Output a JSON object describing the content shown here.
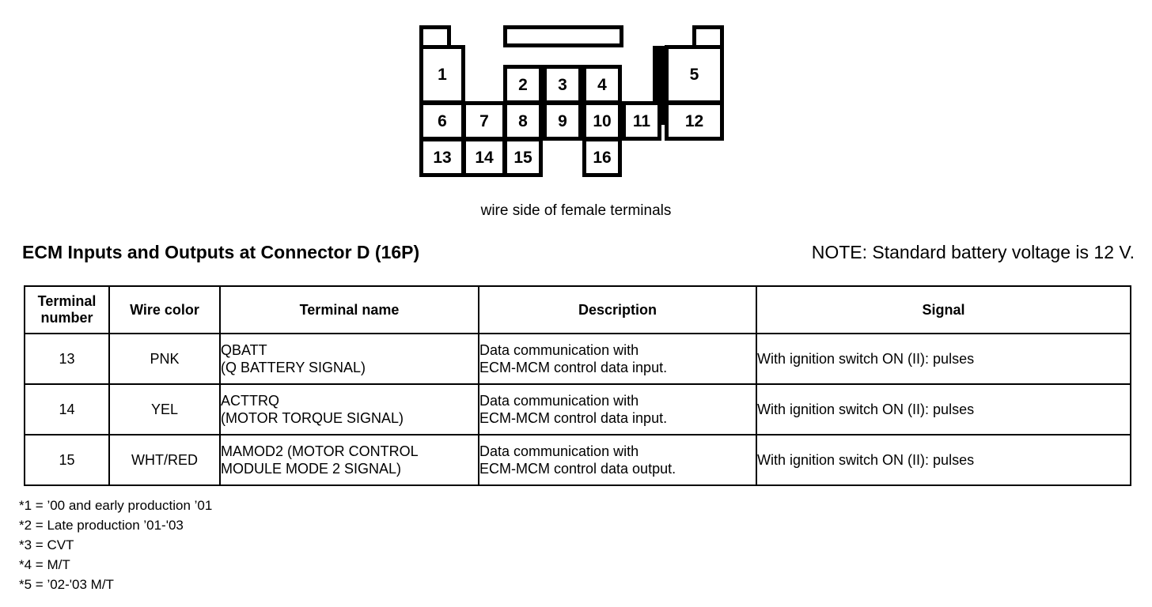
{
  "connector": {
    "caption": "wire side of female terminals",
    "terminals": [
      {
        "id": "1",
        "label": "1"
      },
      {
        "id": "2",
        "label": "2"
      },
      {
        "id": "3",
        "label": "3"
      },
      {
        "id": "4",
        "label": "4"
      },
      {
        "id": "5",
        "label": "5"
      },
      {
        "id": "6",
        "label": "6"
      },
      {
        "id": "7",
        "label": "7"
      },
      {
        "id": "8",
        "label": "8"
      },
      {
        "id": "9",
        "label": "9"
      },
      {
        "id": "10",
        "label": "10"
      },
      {
        "id": "11",
        "label": "11"
      },
      {
        "id": "12",
        "label": "12"
      },
      {
        "id": "13",
        "label": "13"
      },
      {
        "id": "14",
        "label": "14"
      },
      {
        "id": "15",
        "label": "15"
      },
      {
        "id": "16",
        "label": "16"
      }
    ]
  },
  "heading": {
    "title": "ECM Inputs and Outputs at Connector D (16P)",
    "note": "NOTE: Standard battery voltage is 12 V."
  },
  "table": {
    "columns": [
      {
        "key": "terminal_number",
        "label_line1": "Terminal",
        "label_line2": "number"
      },
      {
        "key": "wire_color",
        "label": "Wire color"
      },
      {
        "key": "terminal_name",
        "label": "Terminal name"
      },
      {
        "key": "description",
        "label": "Description"
      },
      {
        "key": "signal",
        "label": "Signal"
      }
    ],
    "rows": [
      {
        "terminal_number": "13",
        "wire_color": "PNK",
        "terminal_name_line1": "QBATT",
        "terminal_name_line2": "(Q BATTERY SIGNAL)",
        "description_line1": "Data communication with",
        "description_line2": "ECM-MCM control data input.",
        "signal": "With ignition switch ON (II): pulses"
      },
      {
        "terminal_number": "14",
        "wire_color": "YEL",
        "terminal_name_line1": "ACTTRQ",
        "terminal_name_line2": "(MOTOR TORQUE SIGNAL)",
        "description_line1": "Data communication with",
        "description_line2": "ECM-MCM control data input.",
        "signal": "With ignition switch ON (II): pulses"
      },
      {
        "terminal_number": "15",
        "wire_color": "WHT/RED",
        "terminal_name_line1": "MAMOD2 (MOTOR CONTROL",
        "terminal_name_line2": "MODULE MODE 2 SIGNAL)",
        "description_line1": "Data communication with",
        "description_line2": "ECM-MCM control data output.",
        "signal": "With ignition switch ON (II): pulses"
      }
    ]
  },
  "footnotes": [
    "*1 = ’00 and early production ’01",
    "*2 = Late production ’01-'03",
    "*3 = CVT",
    "*4 = M/T",
    "*5 = ’02-'03 M/T"
  ]
}
